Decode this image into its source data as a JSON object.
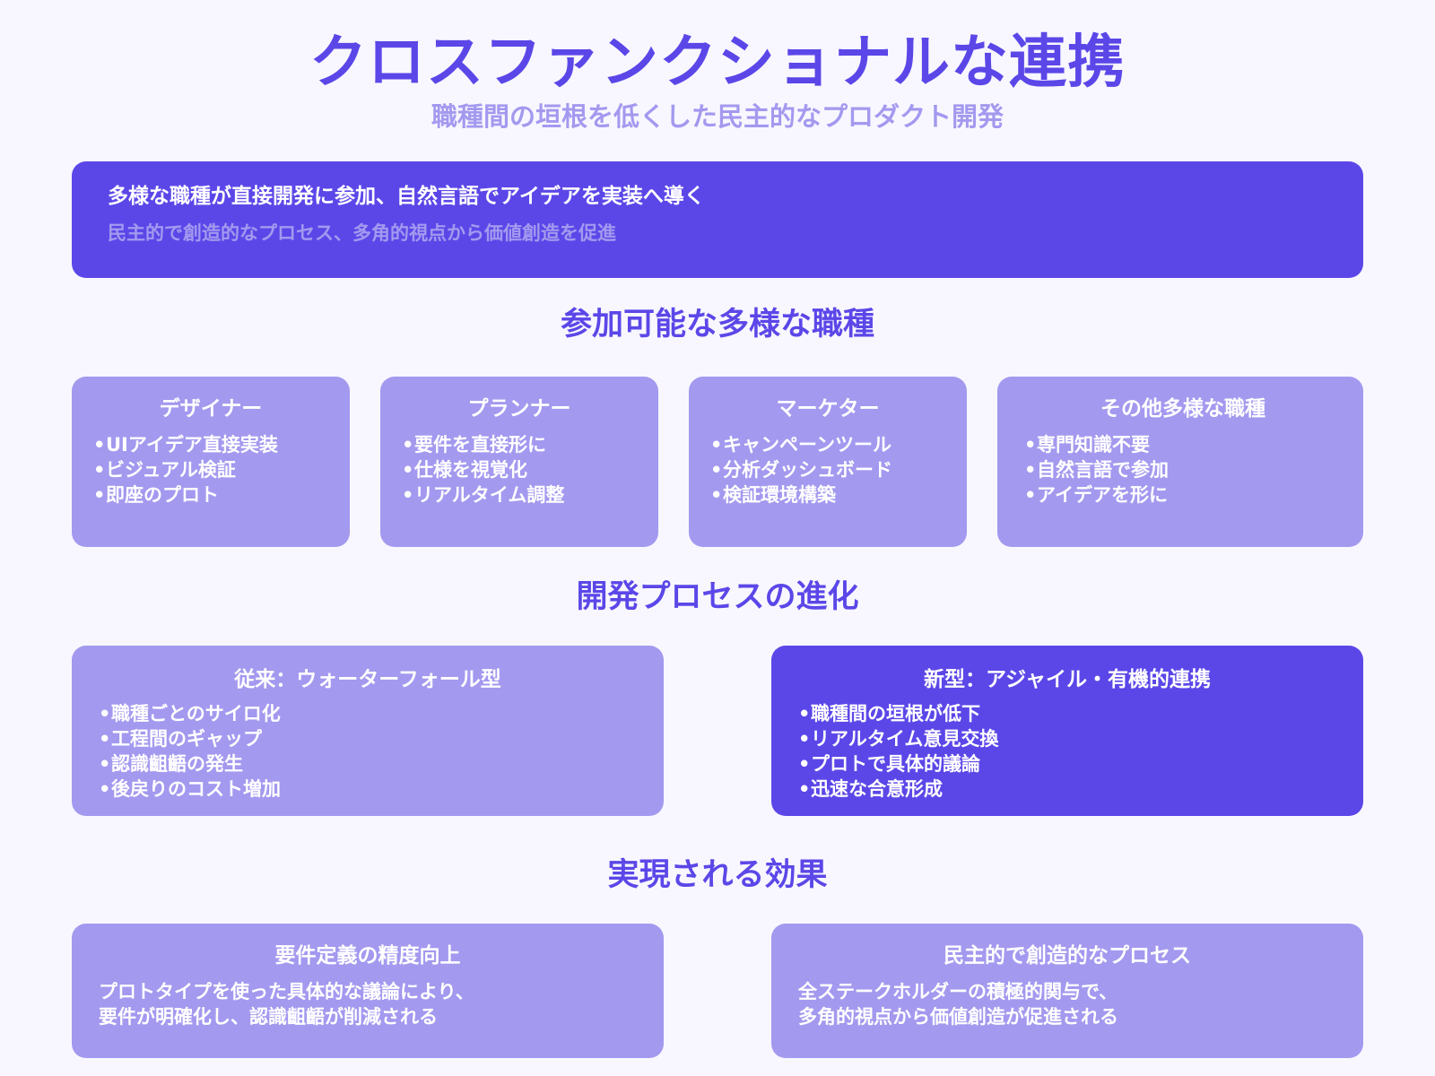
{
  "header": {
    "title": "クロスファンクショナルな連携",
    "subtitle": "職種間の垣根を低くした民主的なプロダクト開発"
  },
  "banner": {
    "main": "多様な職種が直接開発に参加、自然言語でアイデアを実装へ導く",
    "sub": "民主的で創造的なプロセス、多角的視点から価値創造を促進"
  },
  "roles_section": {
    "heading": "参加可能な多様な職種",
    "cards": [
      {
        "title": "デザイナー",
        "items": [
          "UIアイデア直接実装",
          "ビジュアル検証",
          "即座のプロト"
        ]
      },
      {
        "title": "プランナー",
        "items": [
          "要件を直接形に",
          "仕様を視覚化",
          "リアルタイム調整"
        ]
      },
      {
        "title": "マーケター",
        "items": [
          "キャンペーンツール",
          "分析ダッシュボード",
          "検証環境構築"
        ]
      },
      {
        "title": "その他多様な職種",
        "items": [
          "専門知識不要",
          "自然言語で参加",
          "アイデアを形に"
        ]
      }
    ]
  },
  "process_section": {
    "heading": "開発プロセスの進化",
    "cards": [
      {
        "title": "従来：ウォーターフォール型",
        "items": [
          "職種ごとのサイロ化",
          "工程間のギャップ",
          "認識齟齬の発生",
          "後戻りのコスト増加"
        ]
      },
      {
        "title": "新型：アジャイル・有機的連携",
        "items": [
          "職種間の垣根が低下",
          "リアルタイム意見交換",
          "プロトで具体的議論",
          "迅速な合意形成"
        ]
      }
    ]
  },
  "effects_section": {
    "heading": "実現される効果",
    "cards": [
      {
        "title": "要件定義の精度向上",
        "lines": [
          "プロトタイプを使った具体的な議論により、",
          "要件が明確化し、認識齟齬が削減される"
        ]
      },
      {
        "title": "民主的で創造的なプロセス",
        "lines": [
          "全ステークホルダーの積極的関与で、",
          "多角的視点から価値創造が促進される"
        ]
      }
    ]
  },
  "bullet_glyph": "•",
  "colors": {
    "primary": "#5b47e8",
    "light": "#a399ef",
    "background": "#f8f7ff",
    "text_on_card": "#ffffff"
  }
}
